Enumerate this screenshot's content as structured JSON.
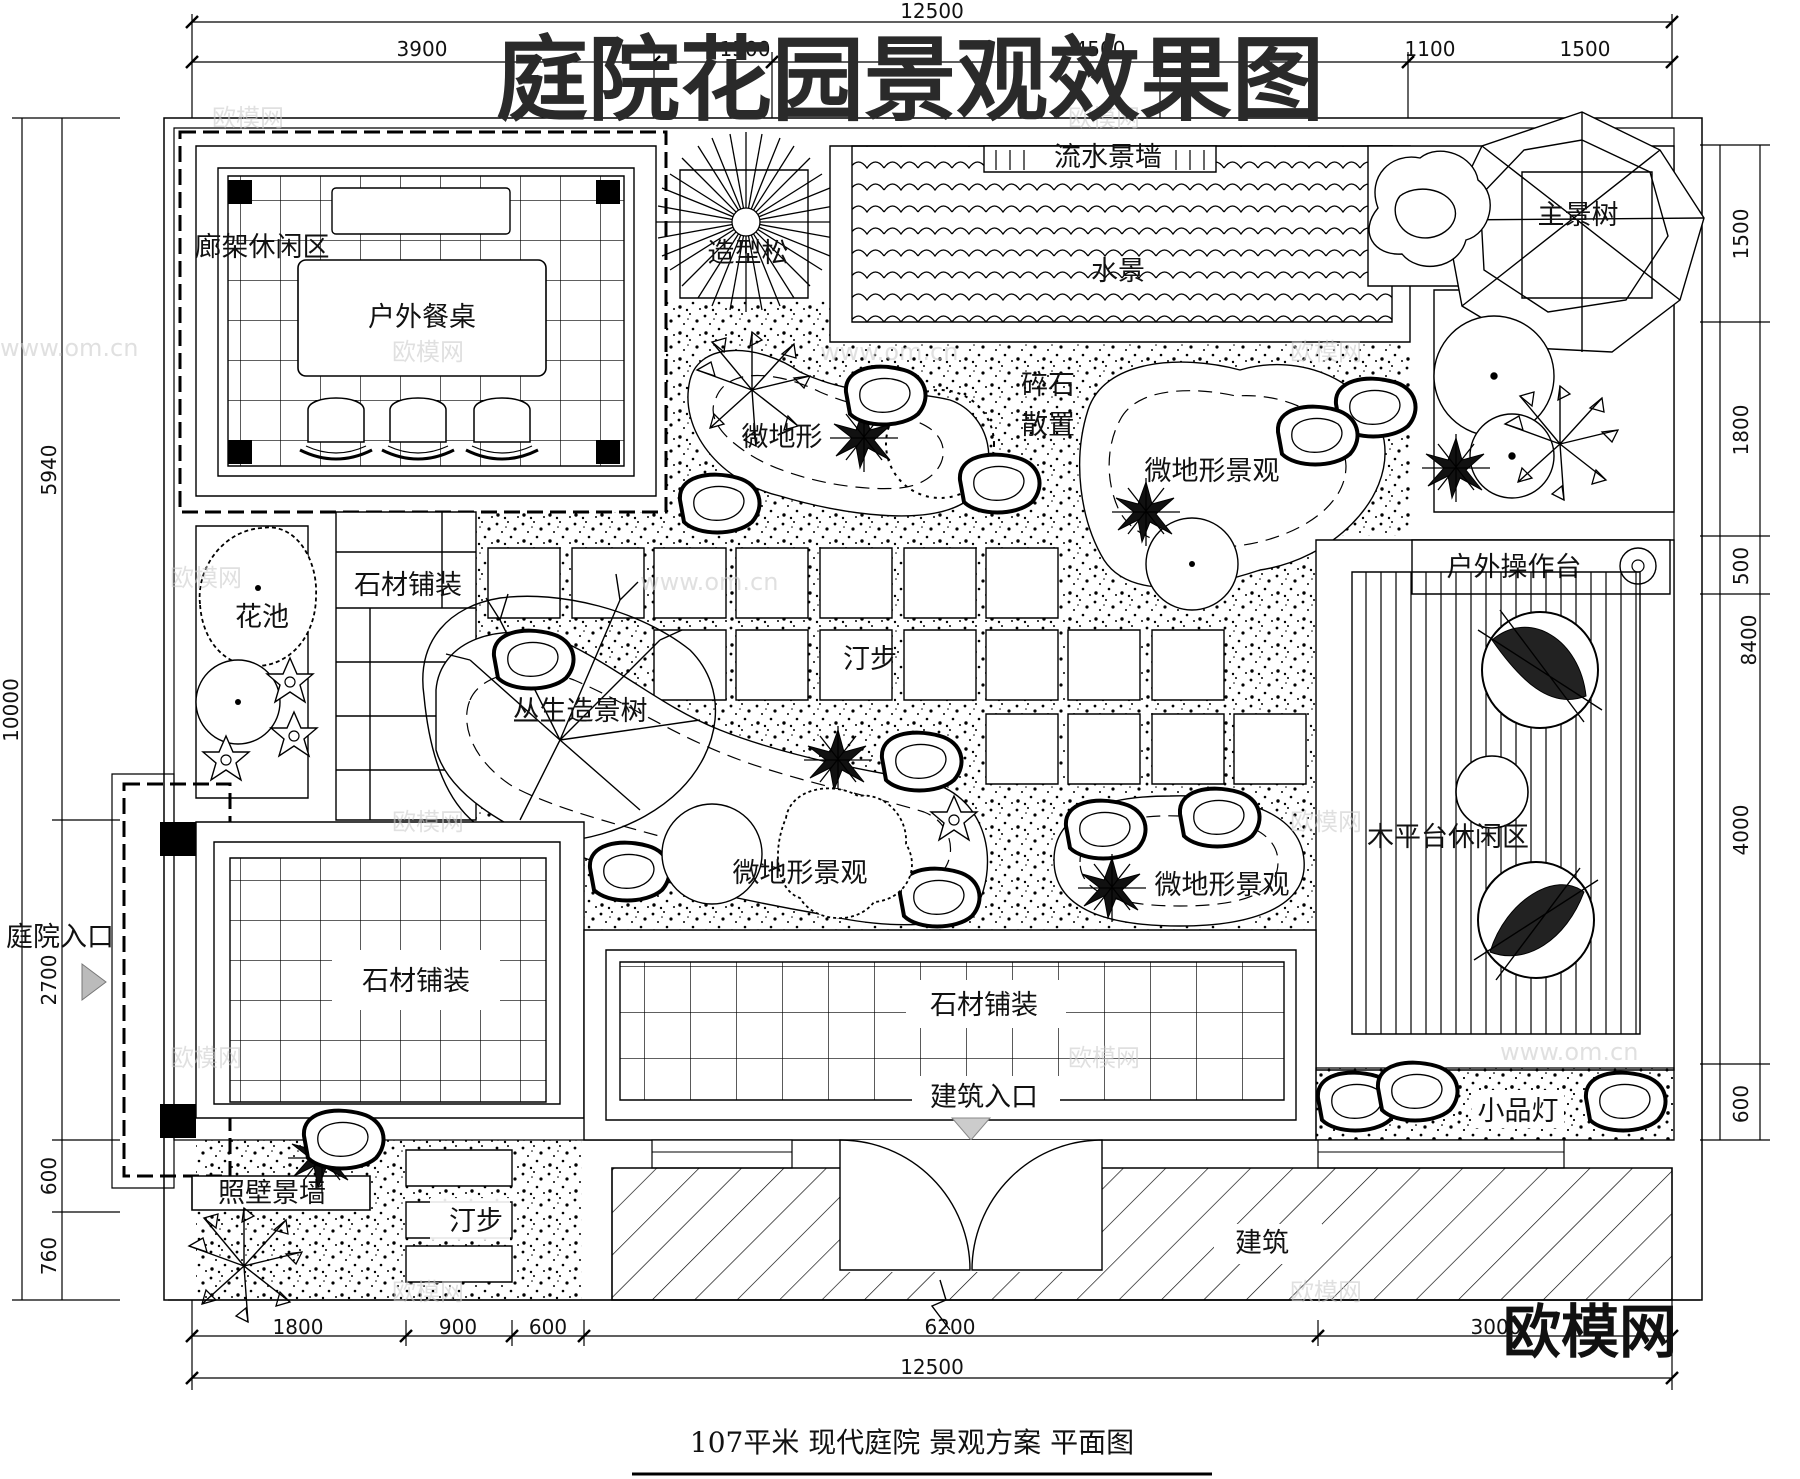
{
  "title": "庭院花园景观效果图",
  "caption": "107平米  现代庭院  景观方案  平面图",
  "brand_watermark": "欧模网",
  "site_watermark": "欧模网",
  "site_watermark_url": "www.om.cn",
  "dimensions": {
    "top_total": "12500",
    "top_segments": [
      "3900",
      "1500",
      "4500",
      "1100",
      "1500"
    ],
    "bottom_total": "12500",
    "bottom_segments": [
      "1800",
      "900",
      "600",
      "6200",
      "3000"
    ],
    "left_total": "10000",
    "left_segments": [
      "5940",
      "2700",
      "600",
      "760"
    ],
    "right_total": "8400",
    "right_segments": [
      "1500",
      "1800",
      "500",
      "4000",
      "600"
    ]
  },
  "labels": {
    "pergola_area": "廊架休闲区",
    "outdoor_table": "户外餐桌",
    "sculpted_pine": "造型松",
    "water_wall": "流水景墙",
    "water_feature": "水景",
    "main_tree": "主景树",
    "gravel": [
      "碎石",
      "散置"
    ],
    "micro_terrain_1": "微地形",
    "micro_terrain_2": "微地形景观",
    "micro_terrain_3": "微地形景观",
    "micro_terrain_4": "微地形景观",
    "outdoor_counter": "户外操作台",
    "flower_bed": "花池",
    "stone_paving_1": "石材铺装",
    "stepping_stones_1": "汀步",
    "cluster_tree": "丛生造景树",
    "deck_area": "木平台休闲区",
    "courtyard_entrance": "庭院入口",
    "stone_paving_2": "石材铺装",
    "stone_paving_3": "石材铺装",
    "building_entrance": "建筑入口",
    "ornament": "小品灯",
    "screen_wall": "照壁景墙",
    "stepping_stones_2": "汀步",
    "building": "建筑"
  }
}
